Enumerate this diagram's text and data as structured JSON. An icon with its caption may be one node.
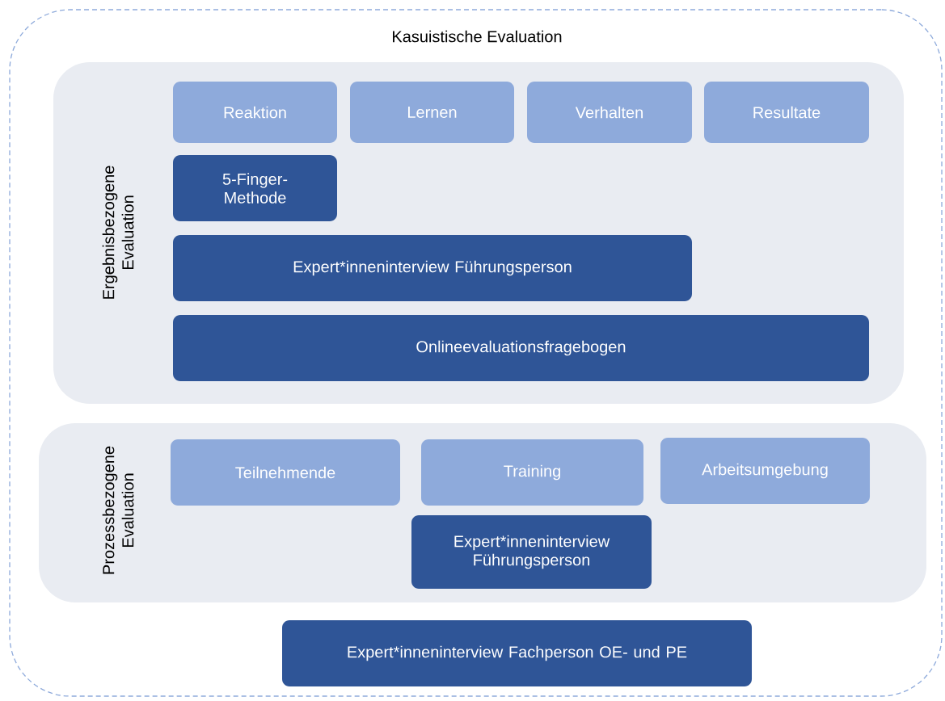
{
  "diagram": {
    "nodes": [
      {
        "text": [
          "Kasuistische Evaluation"
        ]
      },
      {
        "text": [
          "Ergebnisbezogene Evaluation"
        ],
        "in": 0
      },
      {
        "text": [
          "Reaktion"
        ],
        "in": 1
      },
      {
        "text": [
          "Lernen"
        ],
        "in": 1
      },
      {
        "text": [
          "Verhalten"
        ],
        "in": 1
      },
      {
        "text": [
          "Resultate"
        ],
        "in": 1
      },
      {
        "text": [
          "5-Finger-Methode"
        ],
        "in": 1
      },
      {
        "text": [
          "Expert*inneninterview Führungsperson"
        ],
        "in": 1
      },
      {
        "text": [
          "Onlineevaluationsfragebogen"
        ],
        "in": 1
      },
      {
        "text": [
          "Prozessbezogene Evaluation"
        ],
        "in": 0
      },
      {
        "text": [
          "Teilnehmende"
        ],
        "in": 9
      },
      {
        "text": [
          "Training"
        ],
        "in": 9
      },
      {
        "text": [
          "Arbeitsumgebung"
        ],
        "in": 9
      },
      {
        "text": [
          "Expert*inneninterview Führungsperson"
        ],
        "in": 9
      },
      {
        "text": [
          "Expert*inneninterview Fachperson OE- und PE"
        ],
        "in": 0
      }
    ]
  }
}
